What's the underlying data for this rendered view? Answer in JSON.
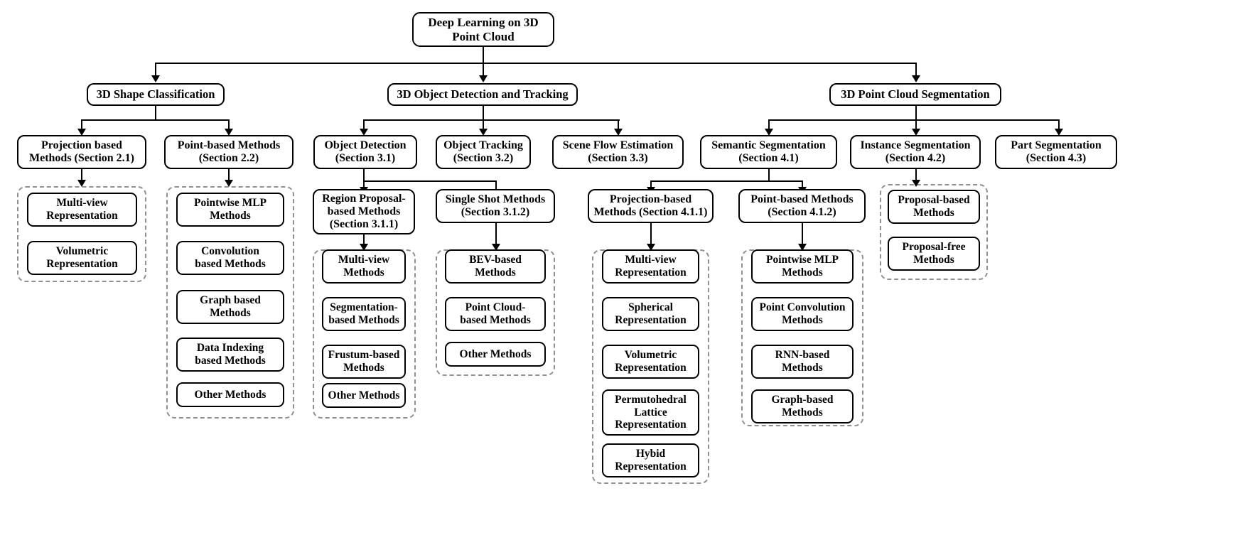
{
  "diagram": {
    "title": "Deep Learning on 3D Point Cloud",
    "type": "taxonomy-tree",
    "colors": {
      "node_border": "#000000",
      "node_fill": "#ffffff",
      "group_border": "#909090",
      "text": "#000000",
      "connector": "#000000"
    },
    "root": {
      "label": "Deep Learning on 3D\nPoint Cloud"
    },
    "branches": [
      {
        "label": "3D Shape Classification",
        "children": [
          {
            "label": "Projection based\nMethods (Section 2.1)",
            "leaves": [
              "Multi-view\nRepresentation",
              "Volumetric\nRepresentation"
            ]
          },
          {
            "label": "Point-based Methods\n(Section 2.2)",
            "leaves": [
              "Pointwise MLP\nMethods",
              "Convolution\nbased Methods",
              "Graph based\nMethods",
              "Data Indexing\nbased Methods",
              "Other Methods"
            ]
          }
        ]
      },
      {
        "label": "3D Object Detection and Tracking",
        "children": [
          {
            "label": "Object Detection\n(Section 3.1)",
            "children": [
              {
                "label": "Region Proposal-\nbased Methods\n(Section 3.1.1)",
                "leaves": [
                  "Multi-view\nMethods",
                  "Segmentation-\nbased Methods",
                  "Frustum-based\nMethods",
                  "Other Methods"
                ]
              },
              {
                "label": "Single Shot Methods\n(Section 3.1.2)",
                "leaves": [
                  "BEV-based\nMethods",
                  "Point Cloud-\nbased Methods",
                  "Other Methods"
                ]
              }
            ]
          },
          {
            "label": "Object Tracking\n(Section 3.2)",
            "leaves": []
          },
          {
            "label": "Scene Flow Estimation\n(Section 3.3)",
            "leaves": []
          }
        ]
      },
      {
        "label": "3D Point Cloud Segmentation",
        "children": [
          {
            "label": "Semantic Segmentation\n(Section 4.1)",
            "children": [
              {
                "label": "Projection-based\nMethods (Section 4.1.1)",
                "leaves": [
                  "Multi-view\nRepresentation",
                  "Spherical\nRepresentation",
                  "Volumetric\nRepresentation",
                  "Permutohedral\nLattice\nRepresentation",
                  "Hybid\nRepresentation"
                ]
              },
              {
                "label": "Point-based Methods\n(Section 4.1.2)",
                "leaves": [
                  "Pointwise MLP\nMethods",
                  "Point Convolution\nMethods",
                  "RNN-based\nMethods",
                  "Graph-based\nMethods"
                ]
              }
            ]
          },
          {
            "label": "Instance Segmentation\n(Section 4.2)",
            "leaves": [
              "Proposal-based\nMethods",
              "Proposal-free\nMethods"
            ]
          },
          {
            "label": "Part Segmentation\n(Section 4.3)",
            "leaves": []
          }
        ]
      }
    ]
  },
  "nodes": {
    "root": "Deep Learning on 3D\nPoint Cloud",
    "b1": "3D Shape Classification",
    "b2": "3D Object Detection and Tracking",
    "b3": "3D Point Cloud Segmentation",
    "c1_1": "Projection based\nMethods (Section 2.1)",
    "c1_2": "Point-based Methods\n(Section 2.2)",
    "c2_1": "Object Detection\n(Section 3.1)",
    "c2_2": "Object Tracking\n(Section 3.2)",
    "c2_3": "Scene Flow Estimation\n(Section 3.3)",
    "c3_1": "Semantic Segmentation\n(Section 4.1)",
    "c3_2": "Instance Segmentation\n(Section 4.2)",
    "c3_3": "Part Segmentation\n(Section 4.3)",
    "d_region": "Region Proposal-\nbased Methods\n(Section 3.1.1)",
    "d_single": "Single Shot Methods\n(Section 3.1.2)",
    "d_proj41": "Projection-based\nMethods (Section 4.1.1)",
    "d_point41": "Point-based Methods\n(Section 4.1.2)",
    "g1_l1": "Multi-view\nRepresentation",
    "g1_l2": "Volumetric\nRepresentation",
    "g2_l1": "Pointwise MLP\nMethods",
    "g2_l2": "Convolution\nbased Methods",
    "g2_l3": "Graph based\nMethods",
    "g2_l4": "Data Indexing\nbased Methods",
    "g2_l5": "Other Methods",
    "g3_l1": "Multi-view\nMethods",
    "g3_l2": "Segmentation-\nbased Methods",
    "g3_l3": "Frustum-based\nMethods",
    "g3_l4": "Other Methods",
    "g4_l1": "BEV-based\nMethods",
    "g4_l2": "Point Cloud-\nbased Methods",
    "g4_l3": "Other Methods",
    "g5_l1": "Multi-view\nRepresentation",
    "g5_l2": "Spherical\nRepresentation",
    "g5_l3": "Volumetric\nRepresentation",
    "g5_l4": "Permutohedral\nLattice\nRepresentation",
    "g5_l5": "Hybid\nRepresentation",
    "g6_l1": "Pointwise MLP\nMethods",
    "g6_l2": "Point Convolution\nMethods",
    "g6_l3": "RNN-based\nMethods",
    "g6_l4": "Graph-based\nMethods",
    "g7_l1": "Proposal-based\nMethods",
    "g7_l2": "Proposal-free\nMethods"
  }
}
